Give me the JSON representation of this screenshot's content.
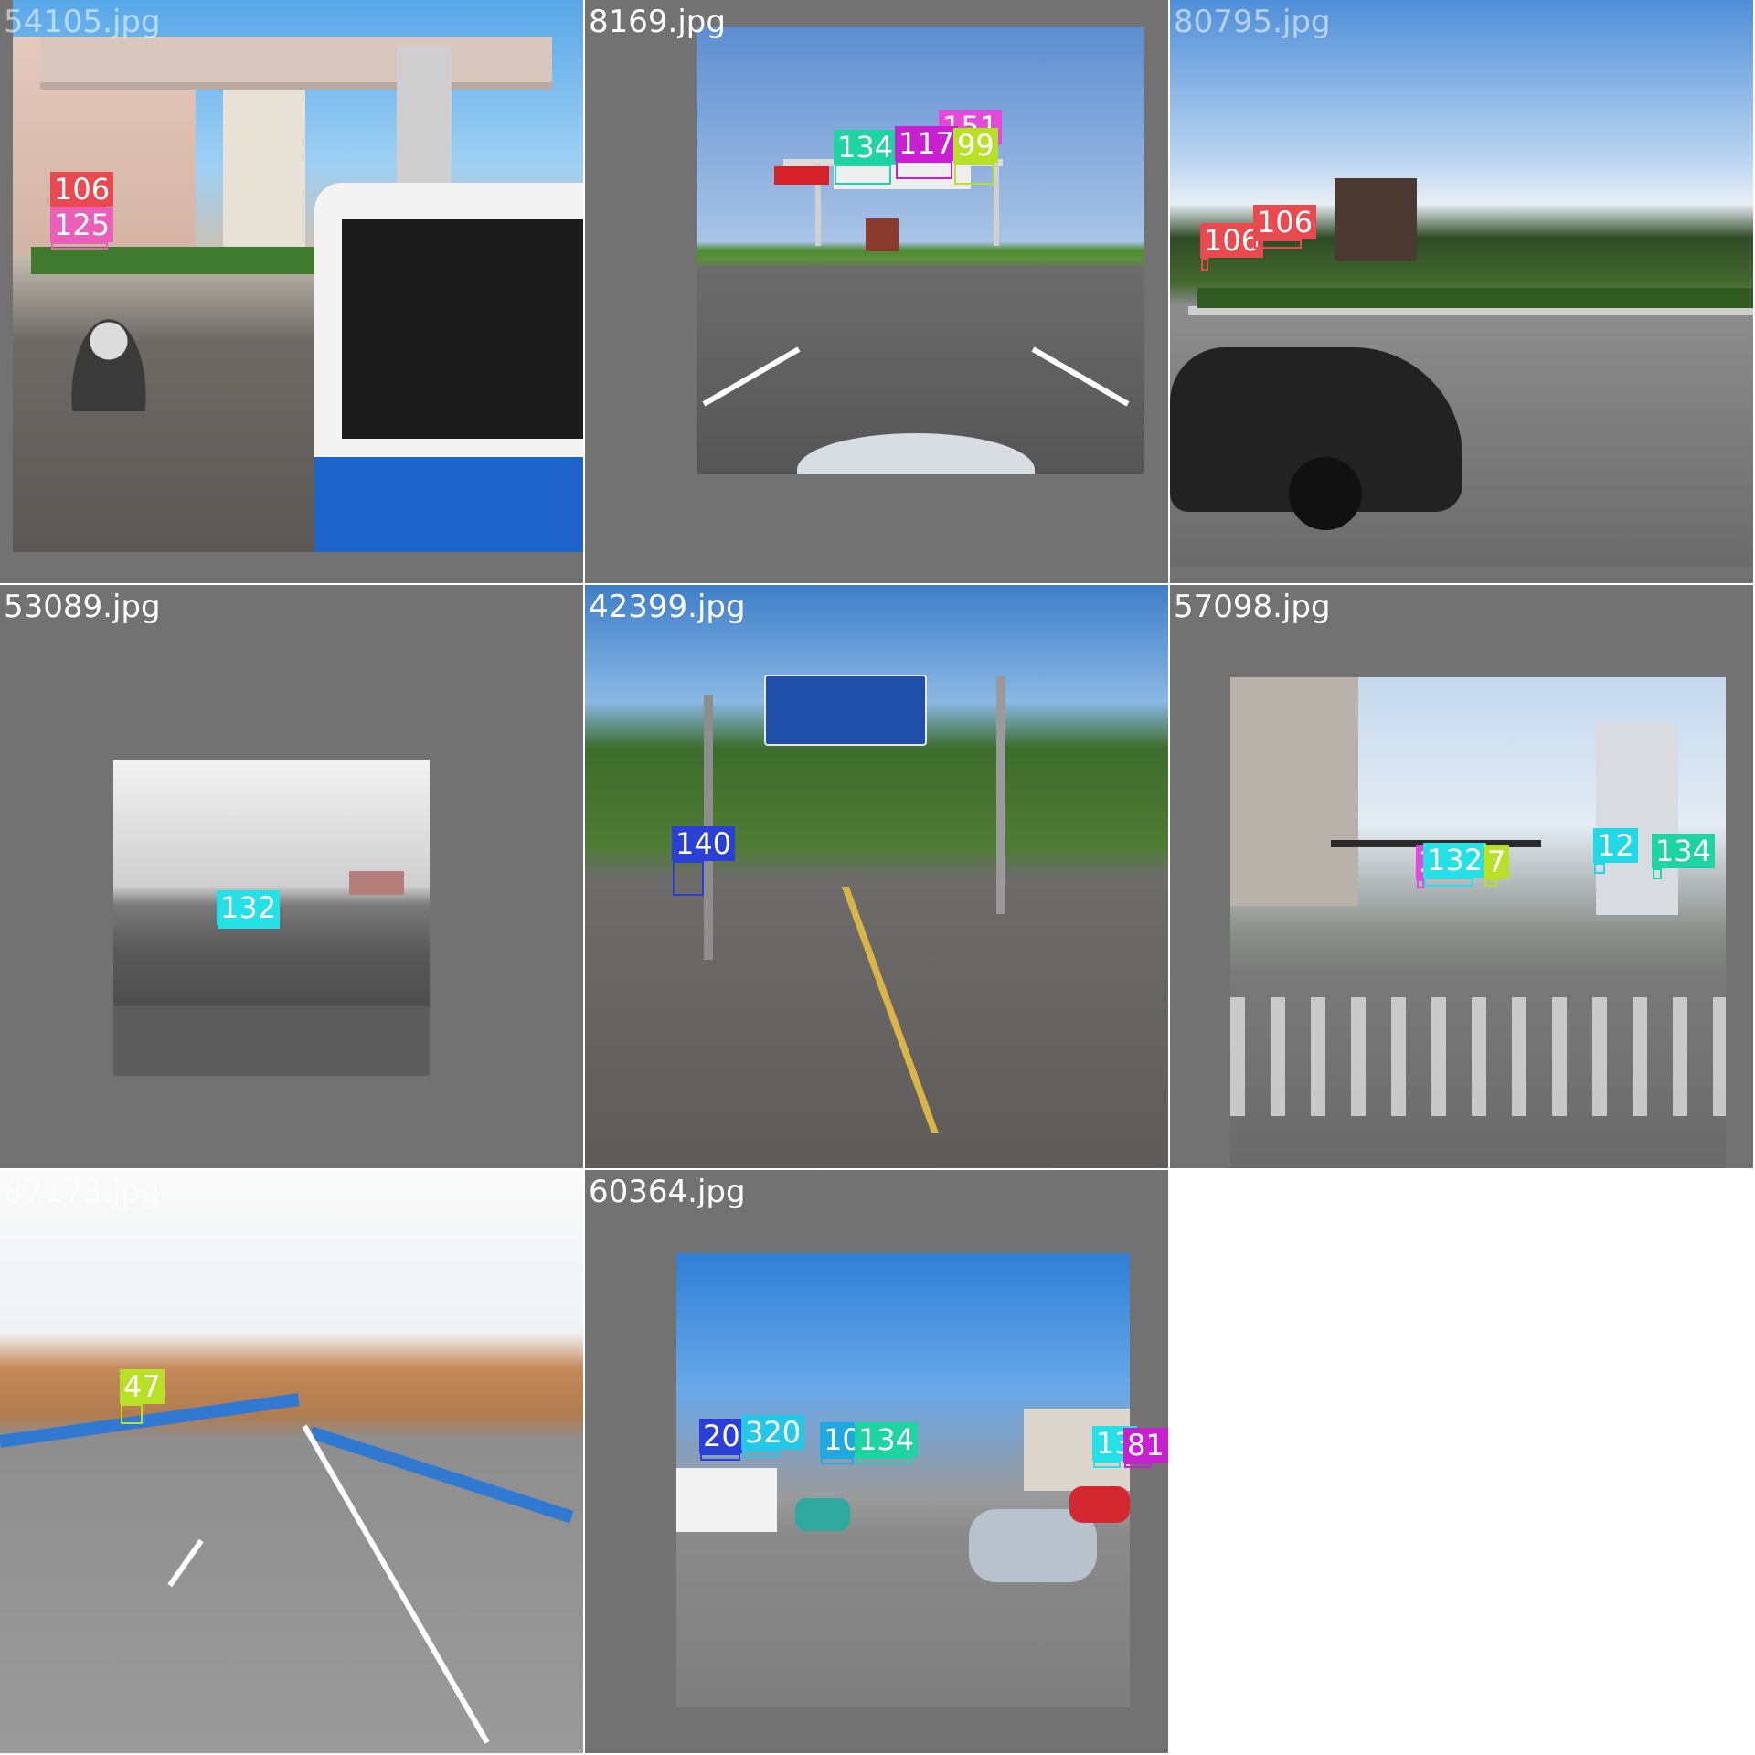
{
  "tiles": [
    {
      "filename": "54105.jpg",
      "faint_name": false,
      "labels": [
        {
          "text": "106",
          "color": "#e84a4f"
        },
        {
          "text": "125",
          "color": "#ea5fba"
        }
      ]
    },
    {
      "filename": "8169.jpg",
      "faint_name": false,
      "labels": [
        {
          "text": "151",
          "color": "#e44ad9"
        },
        {
          "text": "134",
          "color": "#1fd4a3"
        },
        {
          "text": "117",
          "color": "#c81fd0"
        },
        {
          "text": "99",
          "color": "#b7e027"
        }
      ]
    },
    {
      "filename": "80795.jpg",
      "faint_name": true,
      "labels": [
        {
          "text": "106",
          "color": "#e84a4f"
        },
        {
          "text": "106",
          "color": "#e84a4f"
        }
      ]
    },
    {
      "filename": "53089.jpg",
      "faint_name": false,
      "labels": [
        {
          "text": "132",
          "color": "#25e0e6"
        }
      ]
    },
    {
      "filename": "42399.jpg",
      "faint_name": false,
      "labels": [
        {
          "text": "140",
          "color": "#2a3fd8"
        }
      ]
    },
    {
      "filename": "57098.jpg",
      "faint_name": false,
      "labels": [
        {
          "text": "12",
          "color": "#20d8e6"
        },
        {
          "text": "134",
          "color": "#1fd4a3"
        },
        {
          "text": "2",
          "color": "#e44ad9"
        },
        {
          "text": "132",
          "color": "#25e0e6"
        },
        {
          "text": "7",
          "color": "#b7e027"
        }
      ]
    },
    {
      "filename": "87173.jpg",
      "faint_name": true,
      "labels": [
        {
          "text": "47",
          "color": "#b7e027"
        }
      ]
    },
    {
      "filename": "60364.jpg",
      "faint_name": false,
      "labels": [
        {
          "text": "20",
          "color": "#2a3fd8"
        },
        {
          "text": "320",
          "color": "#25c8e6"
        },
        {
          "text": "10",
          "color": "#20a8e0"
        },
        {
          "text": "134",
          "color": "#1fd4a3"
        },
        {
          "text": "13",
          "color": "#25e0e6"
        },
        {
          "text": "81",
          "color": "#c81fd0"
        }
      ]
    }
  ]
}
